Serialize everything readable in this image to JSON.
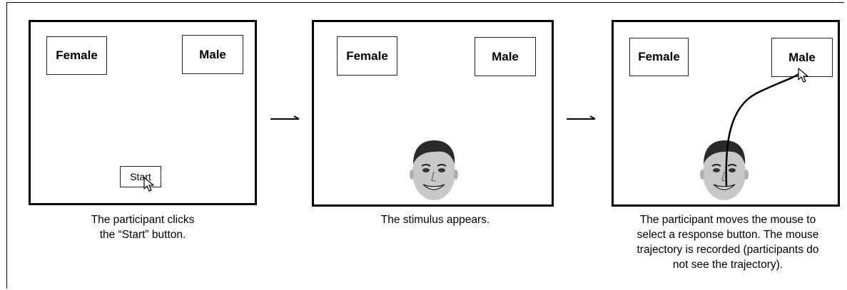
{
  "panels": [
    {
      "female_label": "Female",
      "male_label": "Male",
      "start_label": "Start",
      "caption": "The participant clicks\nthe “Start” button."
    },
    {
      "female_label": "Female",
      "male_label": "Male",
      "caption": "The stimulus appears."
    },
    {
      "female_label": "Female",
      "male_label": "Male",
      "caption": "The participant moves the mouse to\nselect a response button. The mouse\ntrajectory is recorded (participants do\nnot see the trajectory)."
    }
  ],
  "icons": [
    "mouse-cursor-icon",
    "arrow-right-icon",
    "face-photo"
  ],
  "colors": {
    "border": "#000000",
    "background": "#ffffff"
  }
}
